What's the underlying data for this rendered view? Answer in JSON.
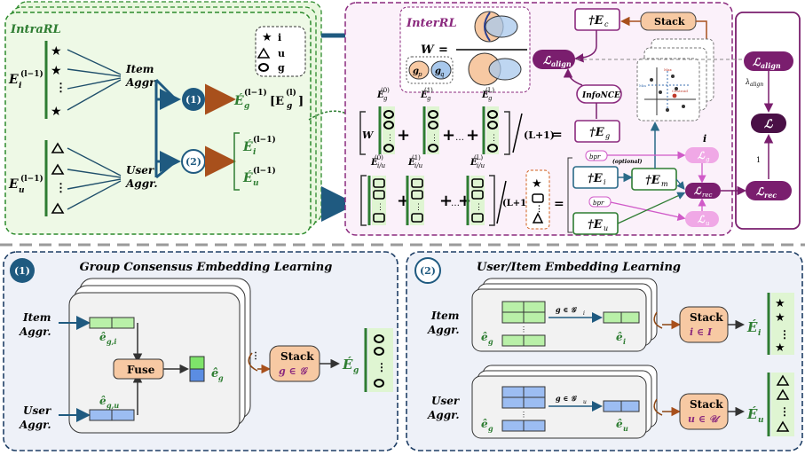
{
  "intra": {
    "title": "IntraRL",
    "item_emb_label": "E",
    "item_emb_sub": "i",
    "item_emb_sup": "(l−1)",
    "user_emb_label": "E",
    "user_emb_sub": "u",
    "user_emb_sup": "(l−1)",
    "item_aggr_line1": "Item",
    "item_aggr_line2": "Aggr.",
    "user_aggr_line1": "User",
    "user_aggr_line2": "Aggr.",
    "step1_badge": "(1)",
    "step2_badge": "(2)",
    "out_group": "É",
    "out_group_sub": "g",
    "out_group_sup": "(l−1)",
    "out_group_tail": "[E",
    "out_group_tail_sub": "g",
    "out_group_tail_sup": "(l)",
    "out_group_close": "]",
    "out_item": "É",
    "out_item_sub": "i",
    "out_item_sup": "(l−1)",
    "out_user": "É",
    "out_user_sub": "u",
    "out_user_sup": "(l−1)",
    "legend_i": "i",
    "legend_u": "u",
    "legend_g": "g"
  },
  "inter": {
    "title": "InterRL",
    "w_label": "W",
    "w_eq": "=",
    "gp_label": "g",
    "gp_sub": "p",
    "gq_label": "g",
    "gq_sub": "q",
    "w_row_prefix": "W",
    "eg0": "E",
    "eg0_sub": "g",
    "eg0_sup": "(0)",
    "eg1": "E",
    "eg1_sub": "g",
    "eg1_sup": "(1)",
    "egL": "E",
    "egL_sub": "g",
    "egL_sup": "(L)",
    "eiu0": "E",
    "eiu0_sub": "i/u",
    "eiu0_sup": "(0)",
    "eiu1": "E",
    "eiu1_sub": "i/u",
    "eiu1_sup": "(1)",
    "eiuL": "E",
    "eiuL_sub": "i/u",
    "eiuL_sup": "(L)",
    "plus": "+",
    "dots": "…",
    "div_L1": "(L+1)",
    "equals": "=",
    "Ec": "†E",
    "Ec_sub": "c",
    "Eg": "†E",
    "Eg_sub": "g",
    "Ei": "†E",
    "Ei_sub": "i",
    "Em": "†E",
    "Em_sub": "m",
    "Eu": "†E",
    "Eu_sub": "u",
    "stack": "Stack",
    "infonce": "InfoNCE",
    "align": "ℒ",
    "align_sub": "align",
    "bpr": "bpr",
    "optional": "(optional)",
    "Lg": "ℒ",
    "Lg_sub": "g",
    "Lrec": "ℒ",
    "Lrec_sub": "rec",
    "Lu": "ℒ",
    "Lu_sub": "u",
    "i_mark": "i",
    "cluster_max": "Max",
    "cluster_min": "Min",
    "cluster_centroid": "Centroid"
  },
  "loss": {
    "align": "ℒ",
    "align_sub": "align",
    "lambda": "λ",
    "lambda_sub": "align",
    "total": "ℒ",
    "one": "1",
    "rec": "ℒ",
    "rec_sub": "rec"
  },
  "panel1": {
    "badge": "(1)",
    "title": "Group Consensus Embedding Learning",
    "item_line1": "Item",
    "item_line2": "Aggr.",
    "user_line1": "User",
    "user_line2": "Aggr.",
    "egi": "ê",
    "egi_sub": "g,i",
    "egu": "ê",
    "egu_sub": "g,u",
    "fuse": "Fuse",
    "eg": "ê",
    "eg_sub": "g",
    "stack": "Stack",
    "stack_cond": "g ∈ 𝒢",
    "out": "É",
    "out_sub": "g"
  },
  "panel2": {
    "badge": "(2)",
    "title": "User/Item Embedding Learning",
    "item_line1": "Item",
    "item_line2": "Aggr.",
    "user_line1": "User",
    "user_line2": "Aggr.",
    "eg_top": "ê",
    "eg_top_sub": "g",
    "eg_bot": "ê",
    "eg_bot_sub": "g",
    "cond_i": "g ∈ 𝒢",
    "cond_i_sub": "i",
    "cond_u": "g ∈ 𝒢",
    "cond_u_sub": "u",
    "ei": "ê",
    "ei_sub": "i",
    "eu": "ê",
    "eu_sub": "u",
    "stack_i": "Stack",
    "stack_i_cond": "i ∈ I",
    "stack_u": "Stack",
    "stack_u_cond": "u ∈ 𝒰",
    "out_i": "É",
    "out_i_sub": "i",
    "out_u": "É",
    "out_u_sub": "u"
  }
}
